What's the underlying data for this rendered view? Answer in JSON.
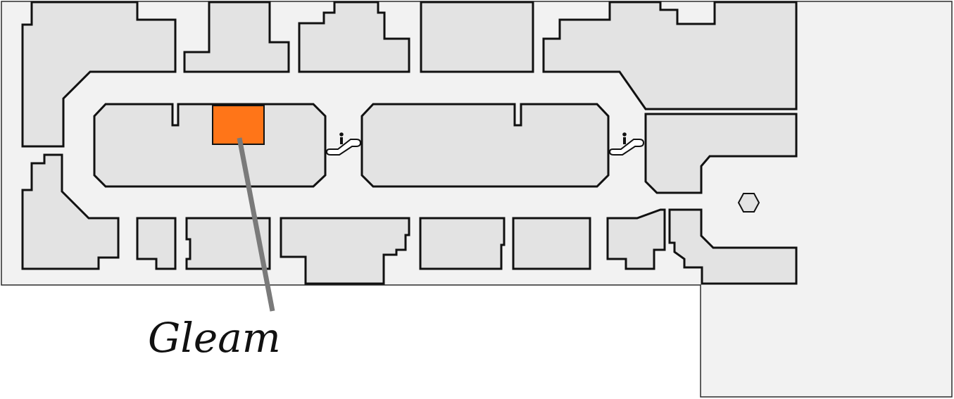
{
  "map": {
    "highlighted_store": {
      "name": "Gleam",
      "color": "#ff7518"
    },
    "colors": {
      "floor": "#f2f2f2",
      "unit_fill": "#e3e3e3",
      "outline": "#111111",
      "leader_line": "#7a7a7a"
    },
    "amenities": [
      {
        "type": "escalator",
        "icon": "escalator-icon"
      },
      {
        "type": "escalator",
        "icon": "escalator-icon"
      },
      {
        "type": "kiosk",
        "icon": "hexagon-kiosk-icon"
      }
    ]
  }
}
